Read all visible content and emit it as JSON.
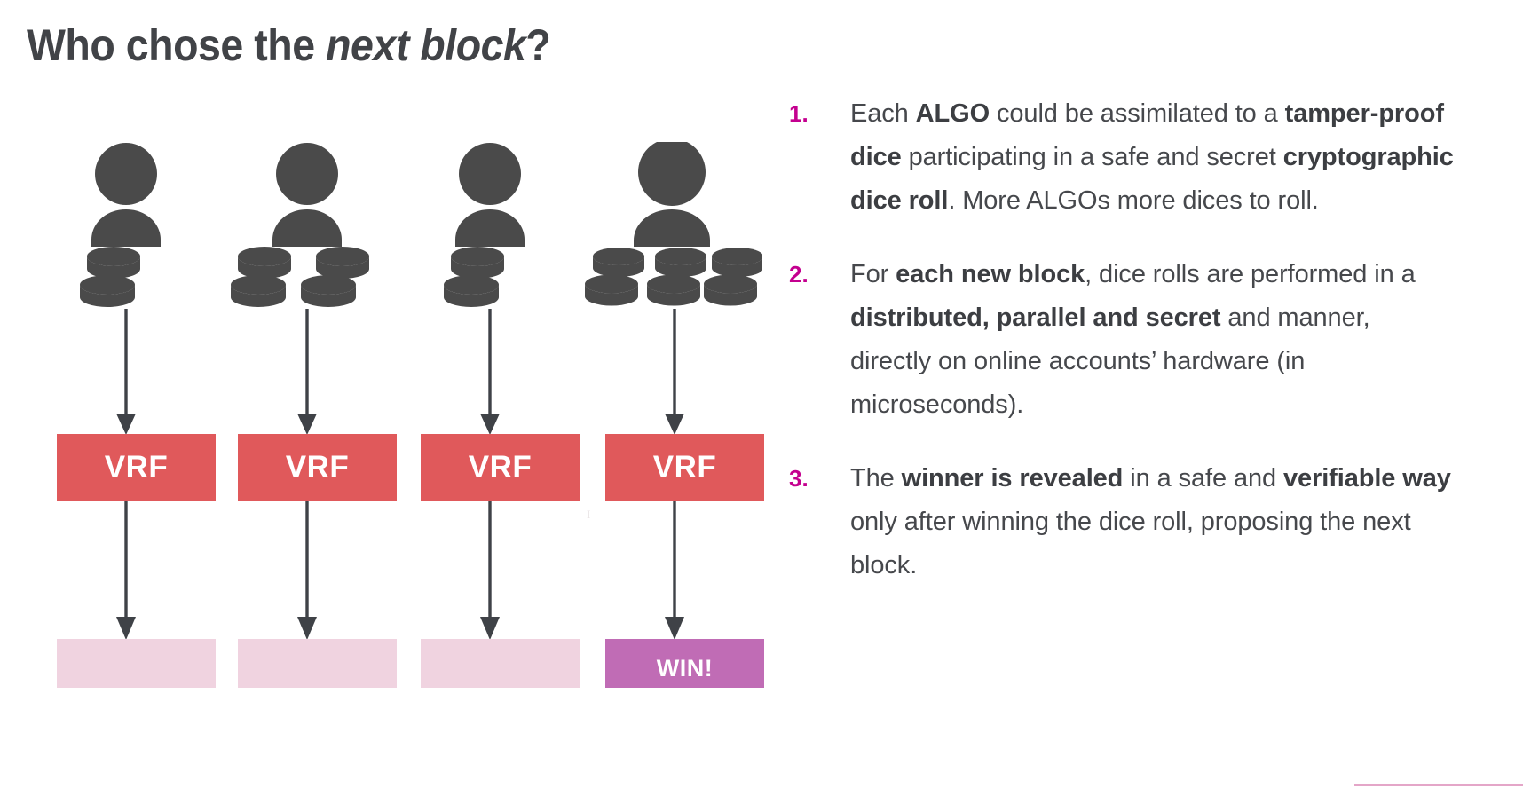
{
  "title": {
    "prefix": "Who chose the ",
    "emphasis": "next block",
    "suffix": "?"
  },
  "diagram": {
    "columns": [
      {
        "id": "actor-1",
        "actor_icon": "person-icon",
        "coin_stacks": 1,
        "vrf_label": "VRF",
        "result_label": "",
        "is_winner": false
      },
      {
        "id": "actor-2",
        "actor_icon": "person-icon",
        "coin_stacks": 2,
        "vrf_label": "VRF",
        "result_label": "",
        "is_winner": false
      },
      {
        "id": "actor-3",
        "actor_icon": "person-icon",
        "coin_stacks": 1,
        "vrf_label": "VRF",
        "result_label": "",
        "is_winner": false
      },
      {
        "id": "actor-4",
        "actor_icon": "person-icon",
        "coin_stacks": 3,
        "vrf_label": "VRF",
        "result_label": "WIN!",
        "is_winner": true
      }
    ],
    "vrf_labels": [
      "VRF",
      "VRF",
      "VRF",
      "VRF"
    ],
    "win_label": "WIN!",
    "colors": {
      "vrf_box": "#e0595b",
      "result_box": "#f0d3e0",
      "winner_box": "#c06cb5",
      "icon": "#4a4a4a",
      "arrow": "#3f4247"
    }
  },
  "list": {
    "items": [
      {
        "number": "1.",
        "segments": [
          {
            "text": "Each ",
            "bold": false
          },
          {
            "text": "ALGO",
            "bold": true
          },
          {
            "text": " could be assimilated to a ",
            "bold": false
          },
          {
            "text": "tamper-proof dice",
            "bold": true
          },
          {
            "text": " participating in a safe and secret ",
            "bold": false
          },
          {
            "text": "cryptographic dice roll",
            "bold": true
          },
          {
            "text": ". More ALGOs more dices to roll.",
            "bold": false
          }
        ]
      },
      {
        "number": "2.",
        "segments": [
          {
            "text": "For ",
            "bold": false
          },
          {
            "text": "each new block",
            "bold": true
          },
          {
            "text": ", dice rolls are performed in a ",
            "bold": false
          },
          {
            "text": "distributed, parallel and secret",
            "bold": true
          },
          {
            "text": " and manner, directly on online accounts’ hardware (in microseconds).",
            "bold": false
          }
        ]
      },
      {
        "number": "3.",
        "segments": [
          {
            "text": "The ",
            "bold": false
          },
          {
            "text": "winner is revealed",
            "bold": true
          },
          {
            "text": " in a safe and ",
            "bold": false
          },
          {
            "text": "verifiable way",
            "bold": true
          },
          {
            "text": " only after winning the dice roll, proposing the next block.",
            "bold": false
          }
        ]
      }
    ],
    "number_color": "#c4008f",
    "text_color": "#46484c"
  },
  "footer": {
    "rule_color": "#e4a6c8"
  }
}
